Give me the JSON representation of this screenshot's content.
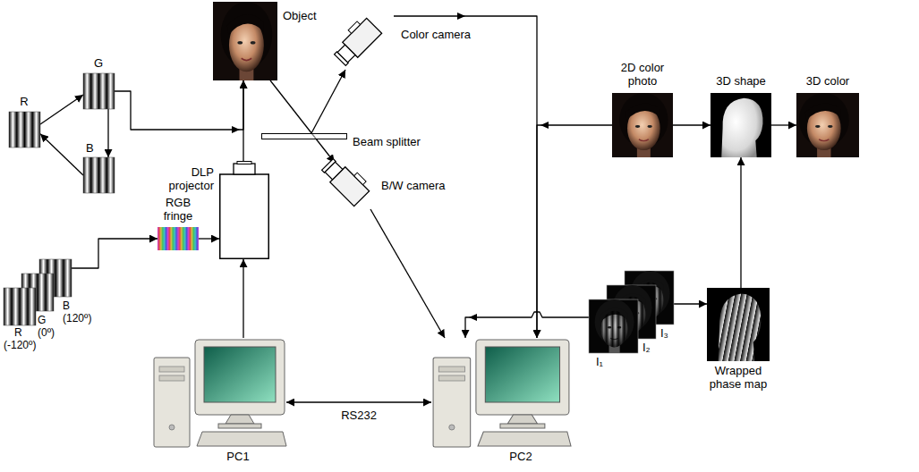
{
  "diagram": {
    "nodes": [
      {
        "text": [
          "Object"
        ]
      },
      {
        "text": [
          "Color camera"
        ]
      },
      {
        "text": [
          "Beam splitter"
        ]
      },
      {
        "text": [
          "B/W camera"
        ]
      },
      {
        "text": [
          "DLP projector"
        ]
      },
      {
        "text": [
          "R"
        ]
      },
      {
        "text": [
          "G"
        ]
      },
      {
        "text": [
          "B"
        ]
      },
      {
        "text": [
          "RGB fringe"
        ]
      },
      {
        "text": [
          "R",
          "(-120º)"
        ]
      },
      {
        "text": [
          "G",
          "(0º)"
        ]
      },
      {
        "text": [
          "B",
          "(120º)"
        ]
      },
      {
        "text": [
          "PC1"
        ]
      },
      {
        "text": [
          "PC2"
        ]
      },
      {
        "text": [
          "2D color photo"
        ]
      },
      {
        "text": [
          "3D shape"
        ]
      },
      {
        "text": [
          "3D color"
        ]
      },
      {
        "text": [
          "I₁"
        ]
      },
      {
        "text": [
          "I₂"
        ]
      },
      {
        "text": [
          "I₃"
        ]
      },
      {
        "text": [
          "Wrapped phase map"
        ]
      }
    ],
    "edges": [
      {
        "from": 5,
        "to": 6,
        "arrow": "to"
      },
      {
        "from": 6,
        "to": 7,
        "arrow": "to"
      },
      {
        "from": 7,
        "to": 5,
        "arrow": "to"
      },
      {
        "from": 6,
        "to": 0,
        "arrow": "to"
      },
      {
        "from": 4,
        "to": 0,
        "arrow": "to"
      },
      {
        "from": 0,
        "to": 3,
        "arrow": "to"
      },
      {
        "from": 2,
        "to": 1,
        "arrow": "to"
      },
      {
        "from": 1,
        "to": 13,
        "arrow": "to"
      },
      {
        "from": 3,
        "to": 13,
        "arrow": "to"
      },
      {
        "from": 12,
        "to": 4,
        "arrow": "to"
      },
      {
        "from": 8,
        "to": 4,
        "arrow": "to"
      },
      {
        "from": 11,
        "to": 8,
        "arrow": "to"
      },
      {
        "from": 12,
        "to": 13,
        "label": "RS232",
        "arrow": "both"
      },
      {
        "from": 14,
        "to": 13,
        "arrow": "to"
      },
      {
        "from": 14,
        "to": 15,
        "arrow": "to"
      },
      {
        "from": 15,
        "to": 16,
        "arrow": "to"
      },
      {
        "from": 17,
        "to": 13,
        "arrow": "to"
      },
      {
        "from": 19,
        "to": 20,
        "arrow": "to"
      },
      {
        "from": 20,
        "to": 15,
        "arrow": "to"
      }
    ]
  }
}
